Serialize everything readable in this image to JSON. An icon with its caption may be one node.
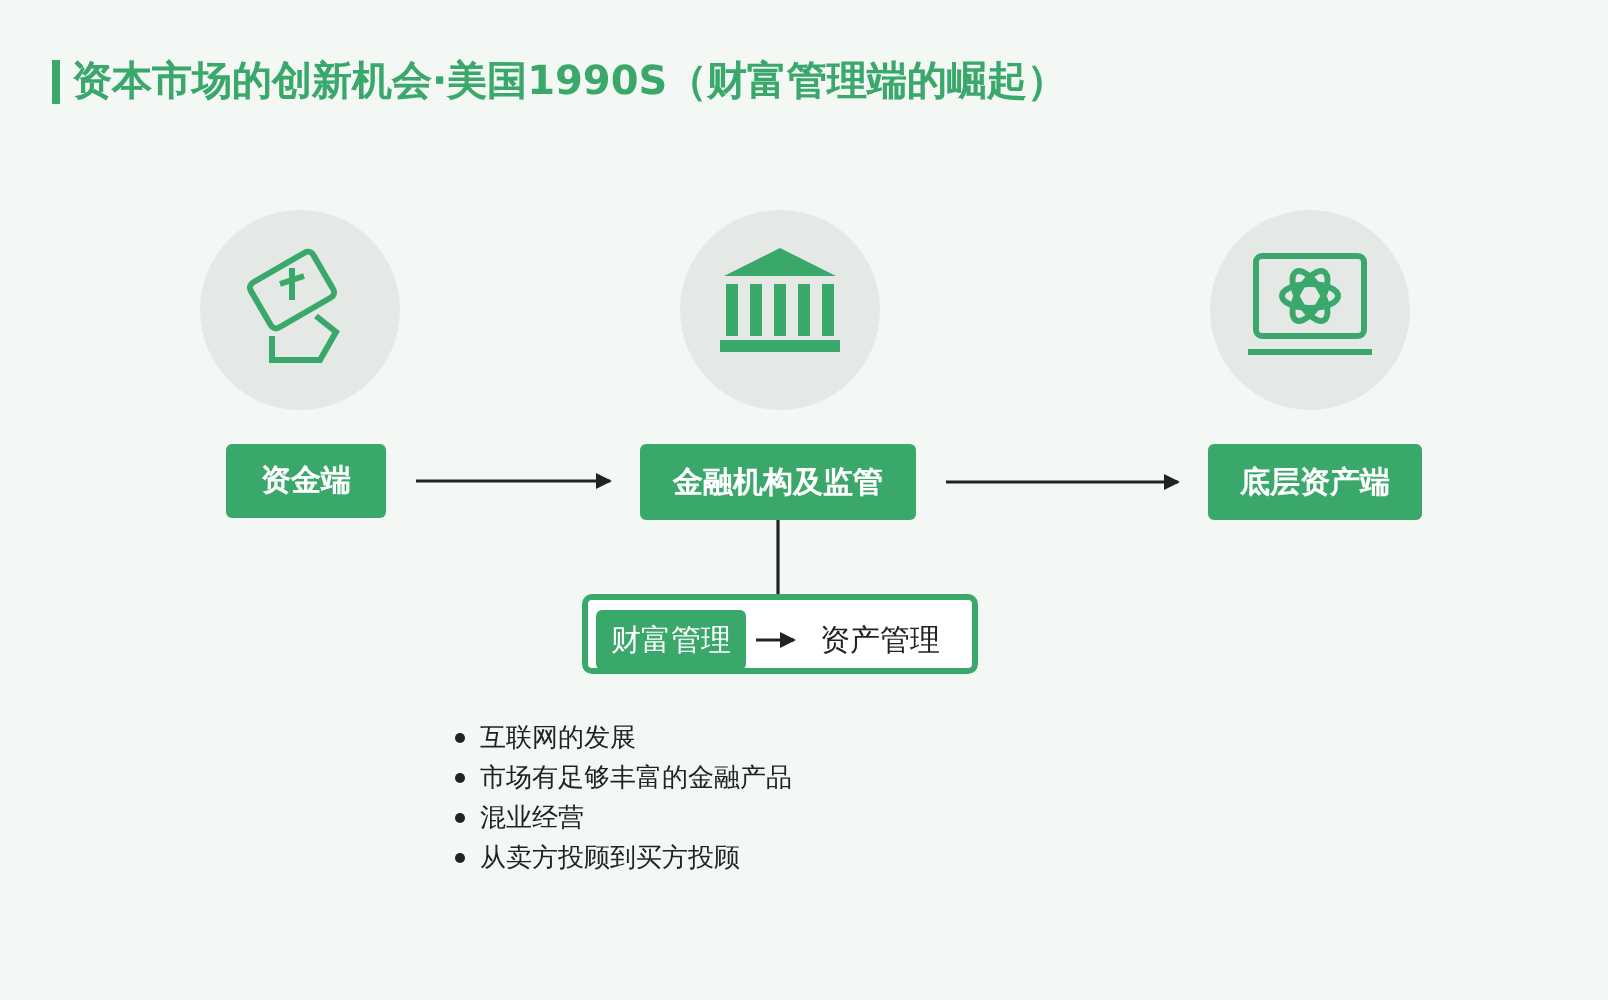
{
  "diagram": {
    "title": "资本市场的创新机会·美国1990S（财富管理端的崛起）",
    "nodes": [
      {
        "text": [
          "资金端"
        ]
      },
      {
        "text": [
          "金融机构及监管"
        ]
      },
      {
        "text": [
          "底层资产端"
        ]
      },
      {
        "text": [],
        "shape": "box"
      },
      {
        "text": [
          "财富管理"
        ],
        "in": 3
      },
      {
        "text": [
          "资产管理"
        ],
        "in": 3
      }
    ],
    "edges": [
      {
        "from": 0,
        "to": 1,
        "arrow": "to"
      },
      {
        "from": 1,
        "to": 2,
        "arrow": "to"
      },
      {
        "from": 1,
        "to": 3,
        "arrow": "none"
      },
      {
        "from": 4,
        "to": 5,
        "arrow": "to"
      }
    ],
    "labels": [
      "互联网的发展",
      "市场有足够丰富的金融产品",
      "混业经营",
      "从卖方投顾到买方投顾"
    ]
  }
}
